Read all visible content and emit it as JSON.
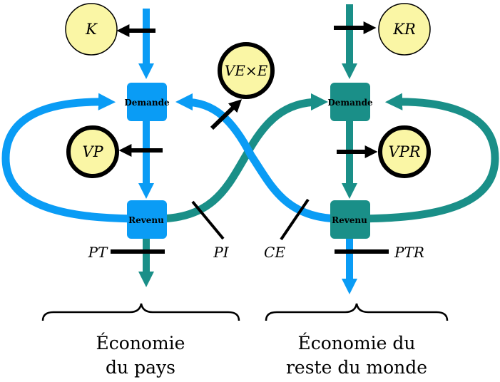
{
  "colors": {
    "blue": "#0A9CF5",
    "teal": "#1A8F88",
    "circle_fill": "#FAF6A5",
    "black": "#000000"
  },
  "country": {
    "demand_label": "Demande",
    "revenue_label": "Revenu",
    "capital_label": "K",
    "consumption_label": "VP",
    "exports_label": "VE×E",
    "tax_label": "PT",
    "imports_label": "PI",
    "caption_line1": "Économie",
    "caption_line2": "du pays"
  },
  "rest_of_world": {
    "demand_label": "Demande",
    "revenue_label": "Revenu",
    "capital_label": "KR",
    "consumption_label": "VPR",
    "exports_label": "CE",
    "tax_label": "PTR",
    "caption_line1": "Économie du",
    "caption_line2": "reste du monde"
  }
}
